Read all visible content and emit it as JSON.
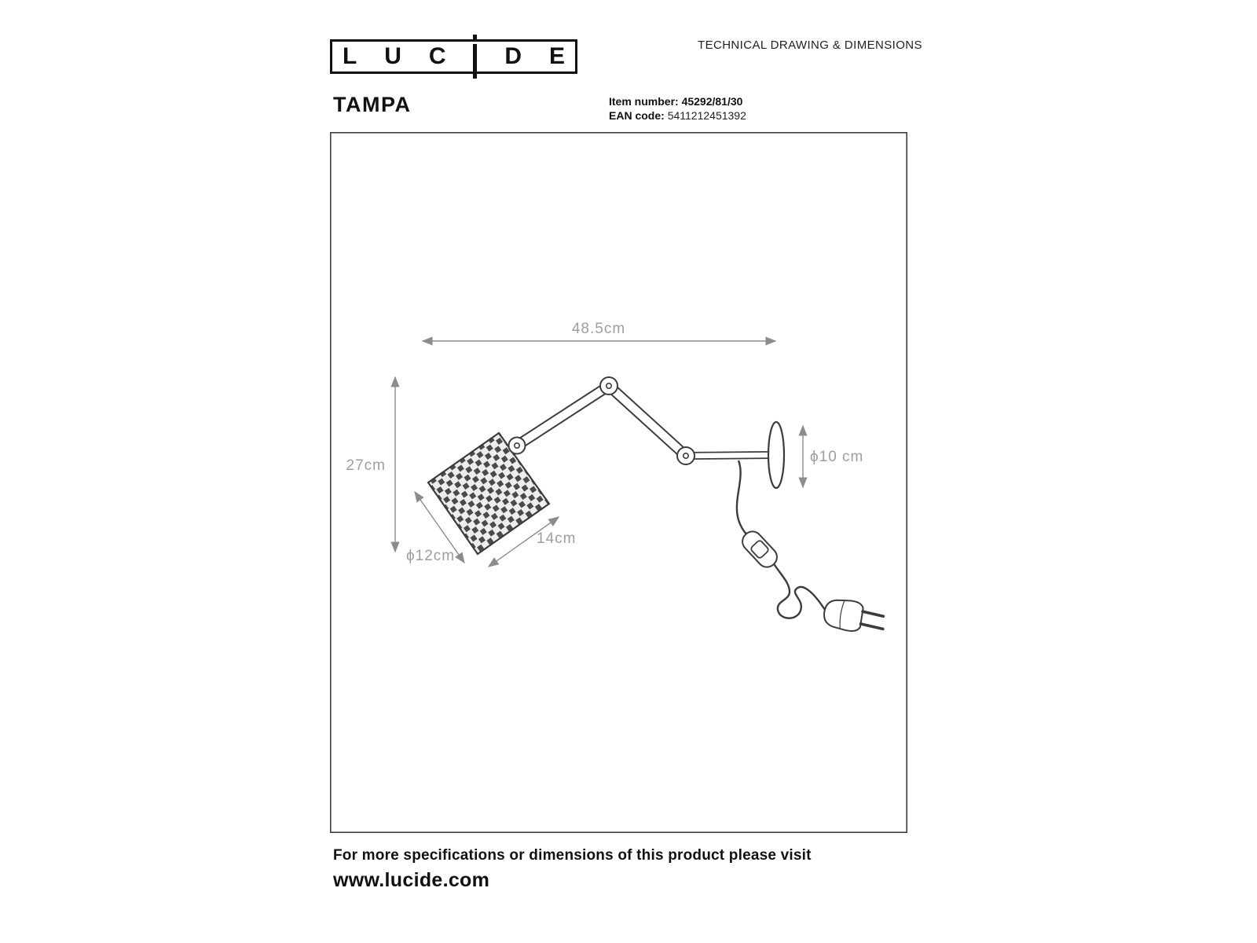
{
  "header": {
    "logo_letters": [
      "L",
      "U",
      "C",
      "D",
      "E"
    ],
    "doc_title": "TECHNICAL DRAWING & DIMENSIONS",
    "product_name": "TAMPA",
    "item_number_label": "Item number:",
    "item_number": "45292/81/30",
    "ean_label": "EAN code:",
    "ean": "5411212451392"
  },
  "drawing": {
    "dimensions": {
      "width": "48.5cm",
      "height": "27cm",
      "shade_width": "14cm",
      "shade_diameter": "ϕ12cm",
      "wall_plate_diameter": "ϕ10 cm"
    }
  },
  "footer": {
    "note": "For more specifications or dimensions of this product please visit",
    "url": "www.lucide.com"
  }
}
